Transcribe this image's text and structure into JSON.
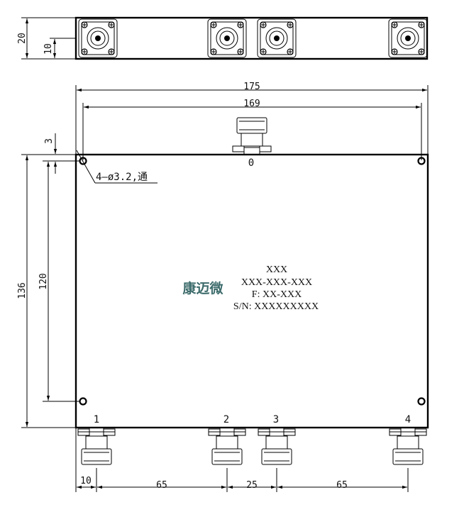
{
  "diagram": {
    "dimensions": {
      "top_height": "20",
      "top_connector_offset": "10",
      "overall_width": "175",
      "hole_spacing_width": "169",
      "hole_edge_offset": "3",
      "hole_spacing_height": "120",
      "overall_height": "136",
      "port1_offset": "10",
      "port1_to_port2": "65",
      "port2_to_port3": "25",
      "port3_to_port4": "65"
    },
    "hole_note": "4—ø3.2,通",
    "ports": {
      "input": "0",
      "p1": "1",
      "p2": "2",
      "p3": "3",
      "p4": "4"
    },
    "label": {
      "logo": "康迈微",
      "line1": "XXX",
      "line2": "XXX-XXX-XXX",
      "line3": "F: XX-XXX",
      "line4": "S/N: XXXXXXXXX"
    }
  }
}
